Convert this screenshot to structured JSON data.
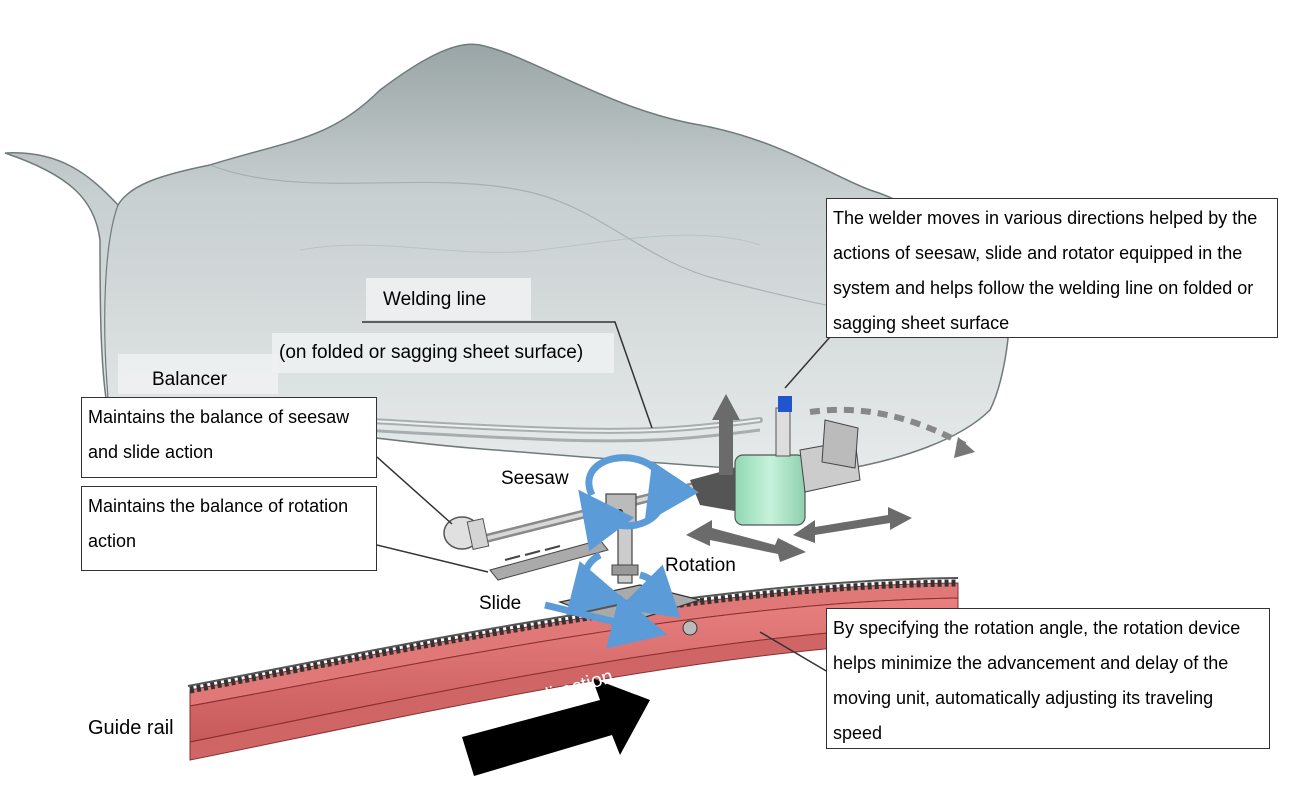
{
  "labels": {
    "welding_line": "Welding line",
    "welding_line_sub": "(on folded or sagging sheet surface)",
    "balancer": "Balancer",
    "seesaw": "Seesaw",
    "rotation": "Rotation",
    "slide": "Slide",
    "guide_rail": "Guide rail",
    "moving_direction": "Moving direction"
  },
  "callouts": {
    "welder": "The welder moves in various directions helped by the actions of seesaw, slide and rotator equipped in the system and helps follow the welding line on folded or sagging sheet surface",
    "balancer_seesaw": "Maintains the balance of seesaw and slide action",
    "balancer_rotation": "Maintains the balance of rotation action",
    "rotation_device": "By specifying the rotation angle, the rotation device helps minimize the advancement and delay of the moving unit, automatically adjusting its traveling speed"
  },
  "colors": {
    "sheet": "#c9d0d1",
    "sheet_shadow": "#8e9899",
    "rail": "#e07070",
    "rail_dark": "#b24848",
    "welder_body": "#b8ecd0",
    "arrow_blue": "#5b9bd8",
    "arrow_gray": "#6b6b6b",
    "tip_blue": "#2255cc"
  }
}
